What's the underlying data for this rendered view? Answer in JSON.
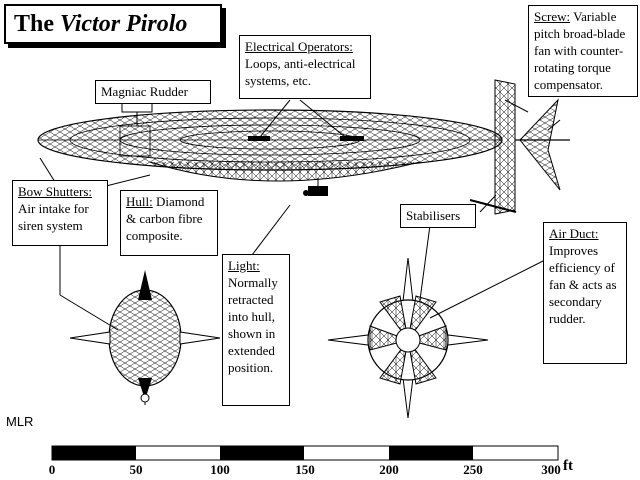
{
  "title": {
    "prefix": "The ",
    "name": "Victor Pirolo"
  },
  "author_mark": "MLR",
  "callouts": {
    "electrical": {
      "heading": "Electrical Operators:",
      "body": "Loops, anti-electrical systems, etc."
    },
    "magniac": {
      "heading": "Magniac Rudder"
    },
    "screw": {
      "heading": "Screw:",
      "body": "Variable pitch broad-blade fan with counter-rotating torque compensator."
    },
    "bow": {
      "heading": "Bow Shutters:",
      "body": "Air intake for siren system"
    },
    "hull": {
      "heading": "Hull:",
      "body": "Diamond & carbon fibre composite."
    },
    "light": {
      "heading": "Light:",
      "body": "Normally retracted into hull, shown in extended position."
    },
    "stabilisers": {
      "heading": "Stabilisers"
    },
    "airduct": {
      "heading": "Air Duct:",
      "body": "Improves efficiency of fan & acts as secondary rudder."
    }
  },
  "scale_bar": {
    "ticks": [
      "0",
      "50",
      "100",
      "150",
      "200",
      "250",
      "300"
    ],
    "unit": "ft"
  }
}
